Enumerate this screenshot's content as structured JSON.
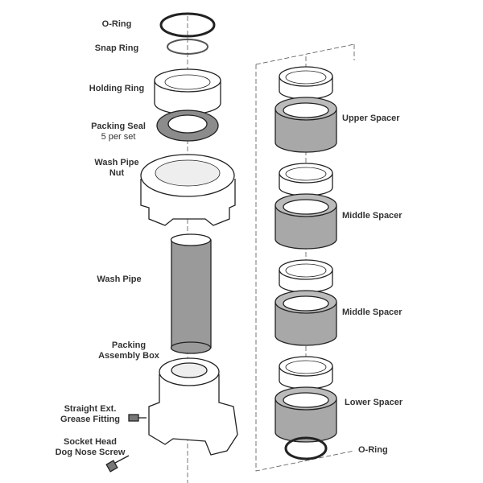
{
  "left_parts": [
    {
      "label": "O-Ring"
    },
    {
      "label": "Snap Ring"
    },
    {
      "label": "Holding Ring"
    },
    {
      "label": "Packing Seal",
      "note": "5 per set"
    },
    {
      "label": "Wash Pipe",
      "label2": "Nut"
    },
    {
      "label": "Wash Pipe"
    },
    {
      "label": "Packing",
      "label2": "Assembly Box"
    },
    {
      "label": "Straight Ext.",
      "label2": "Grease Fitting"
    },
    {
      "label": "Socket Head",
      "label2": "Dog Nose Screw"
    }
  ],
  "right_parts": [
    {
      "label": "Upper Spacer"
    },
    {
      "label": "Middle Spacer"
    },
    {
      "label": "Middle Spacer"
    },
    {
      "label": "Lower Spacer"
    },
    {
      "label": "O-Ring"
    }
  ],
  "colors": {
    "line": "#222222",
    "gray": "#a8a8a8",
    "dark_gray": "#7a7a7a"
  }
}
